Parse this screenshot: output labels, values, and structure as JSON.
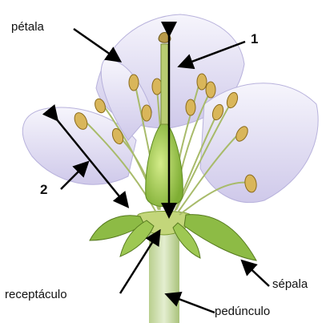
{
  "labels": {
    "petal": "pétala",
    "number_1": "1",
    "number_2": "2",
    "receptacle": "receptáculo",
    "sepal": "sépala",
    "peduncle": "pedúnculo"
  },
  "colors": {
    "petal_fill": "#eceaf7",
    "petal_shade": "#c9c3e6",
    "sepal_green": "#8dbb45",
    "stem_green": "#c9dca4",
    "pistil_green": "#a8cc5a",
    "anther_yellow": "#d9b65a",
    "filament_green": "#b7c97a",
    "arrow_black": "#000000"
  }
}
